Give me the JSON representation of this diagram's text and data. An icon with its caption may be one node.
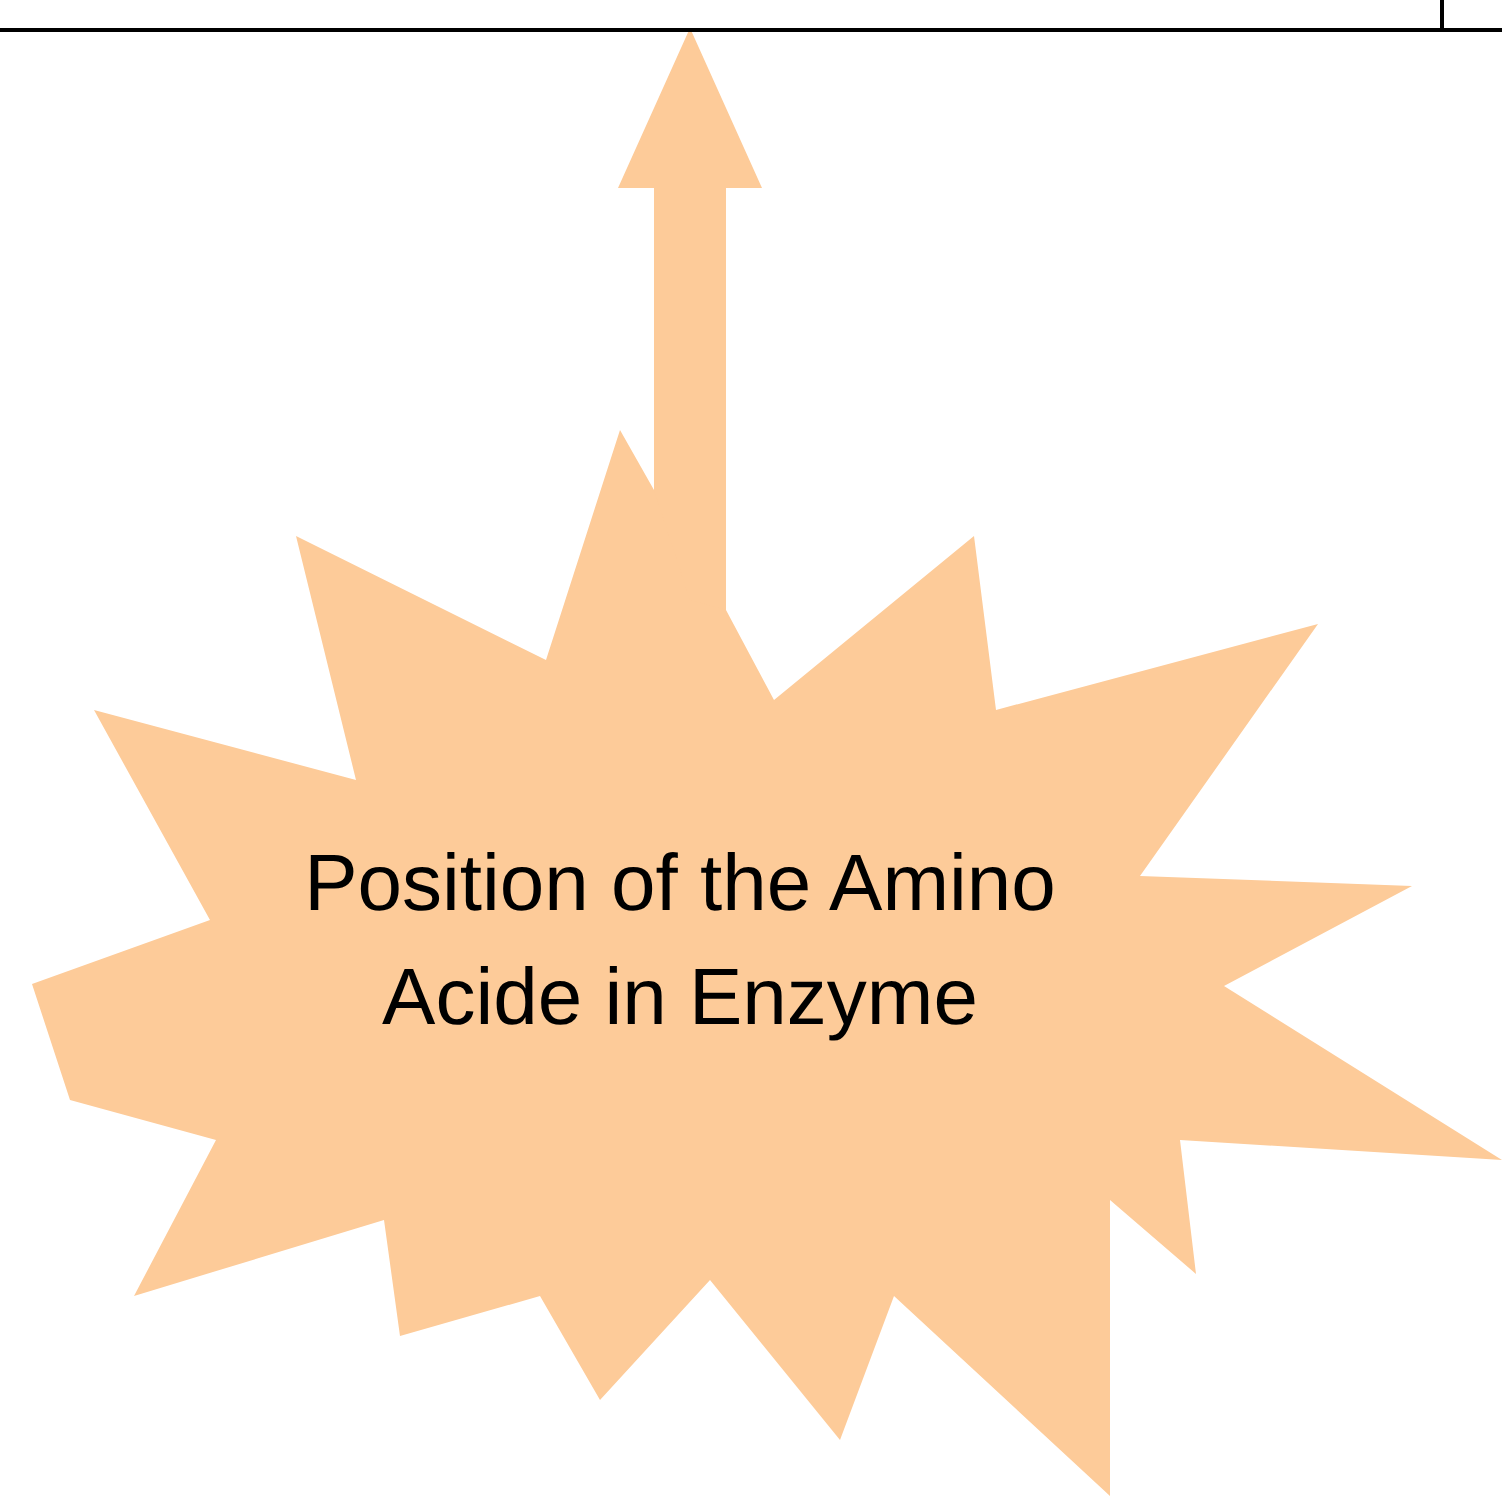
{
  "diagram": {
    "nodes": [
      {
        "text": [
          "Position of the Amino Acide in Enzyme"
        ]
      },
      {
        "text": [],
        "shape": "box"
      }
    ],
    "edges": [
      {
        "from": 0,
        "to": 1,
        "arrow": "to",
        "color": "#fdcb99"
      }
    ]
  }
}
